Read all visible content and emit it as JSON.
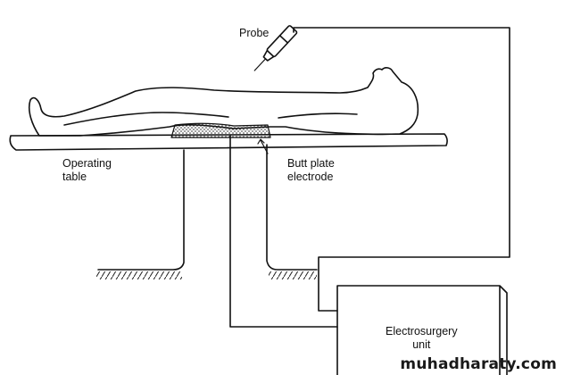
{
  "labels": {
    "probe": "Probe",
    "operating_table_line1": "Operating",
    "operating_table_line2": "table",
    "butt_plate_line1": "Butt plate",
    "butt_plate_line2": "electrode",
    "unit_line1": "Electrosurgery",
    "unit_line2": "unit"
  },
  "watermark": "muhadharaty.com",
  "colors": {
    "ink": "#111111",
    "background": "#ffffff"
  }
}
